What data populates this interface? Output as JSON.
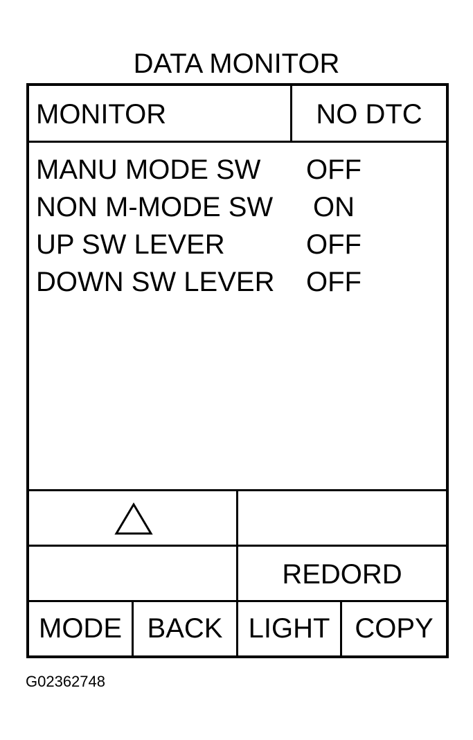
{
  "title": "DATA MONITOR",
  "header": {
    "left": "MONITOR",
    "right": "NO DTC"
  },
  "items": [
    {
      "label": "MANU MODE SW",
      "value": "OFF"
    },
    {
      "label": "NON M-MODE SW",
      "value": "ON"
    },
    {
      "label": "UP SW LEVER",
      "value": "OFF"
    },
    {
      "label": "DOWN SW LEVER",
      "value": "OFF"
    }
  ],
  "icons": {
    "up": "up-triangle-icon"
  },
  "record_label": "REDORD",
  "buttons": [
    "MODE",
    "BACK",
    "LIGHT",
    "COPY"
  ],
  "figure_code": "G02362748"
}
